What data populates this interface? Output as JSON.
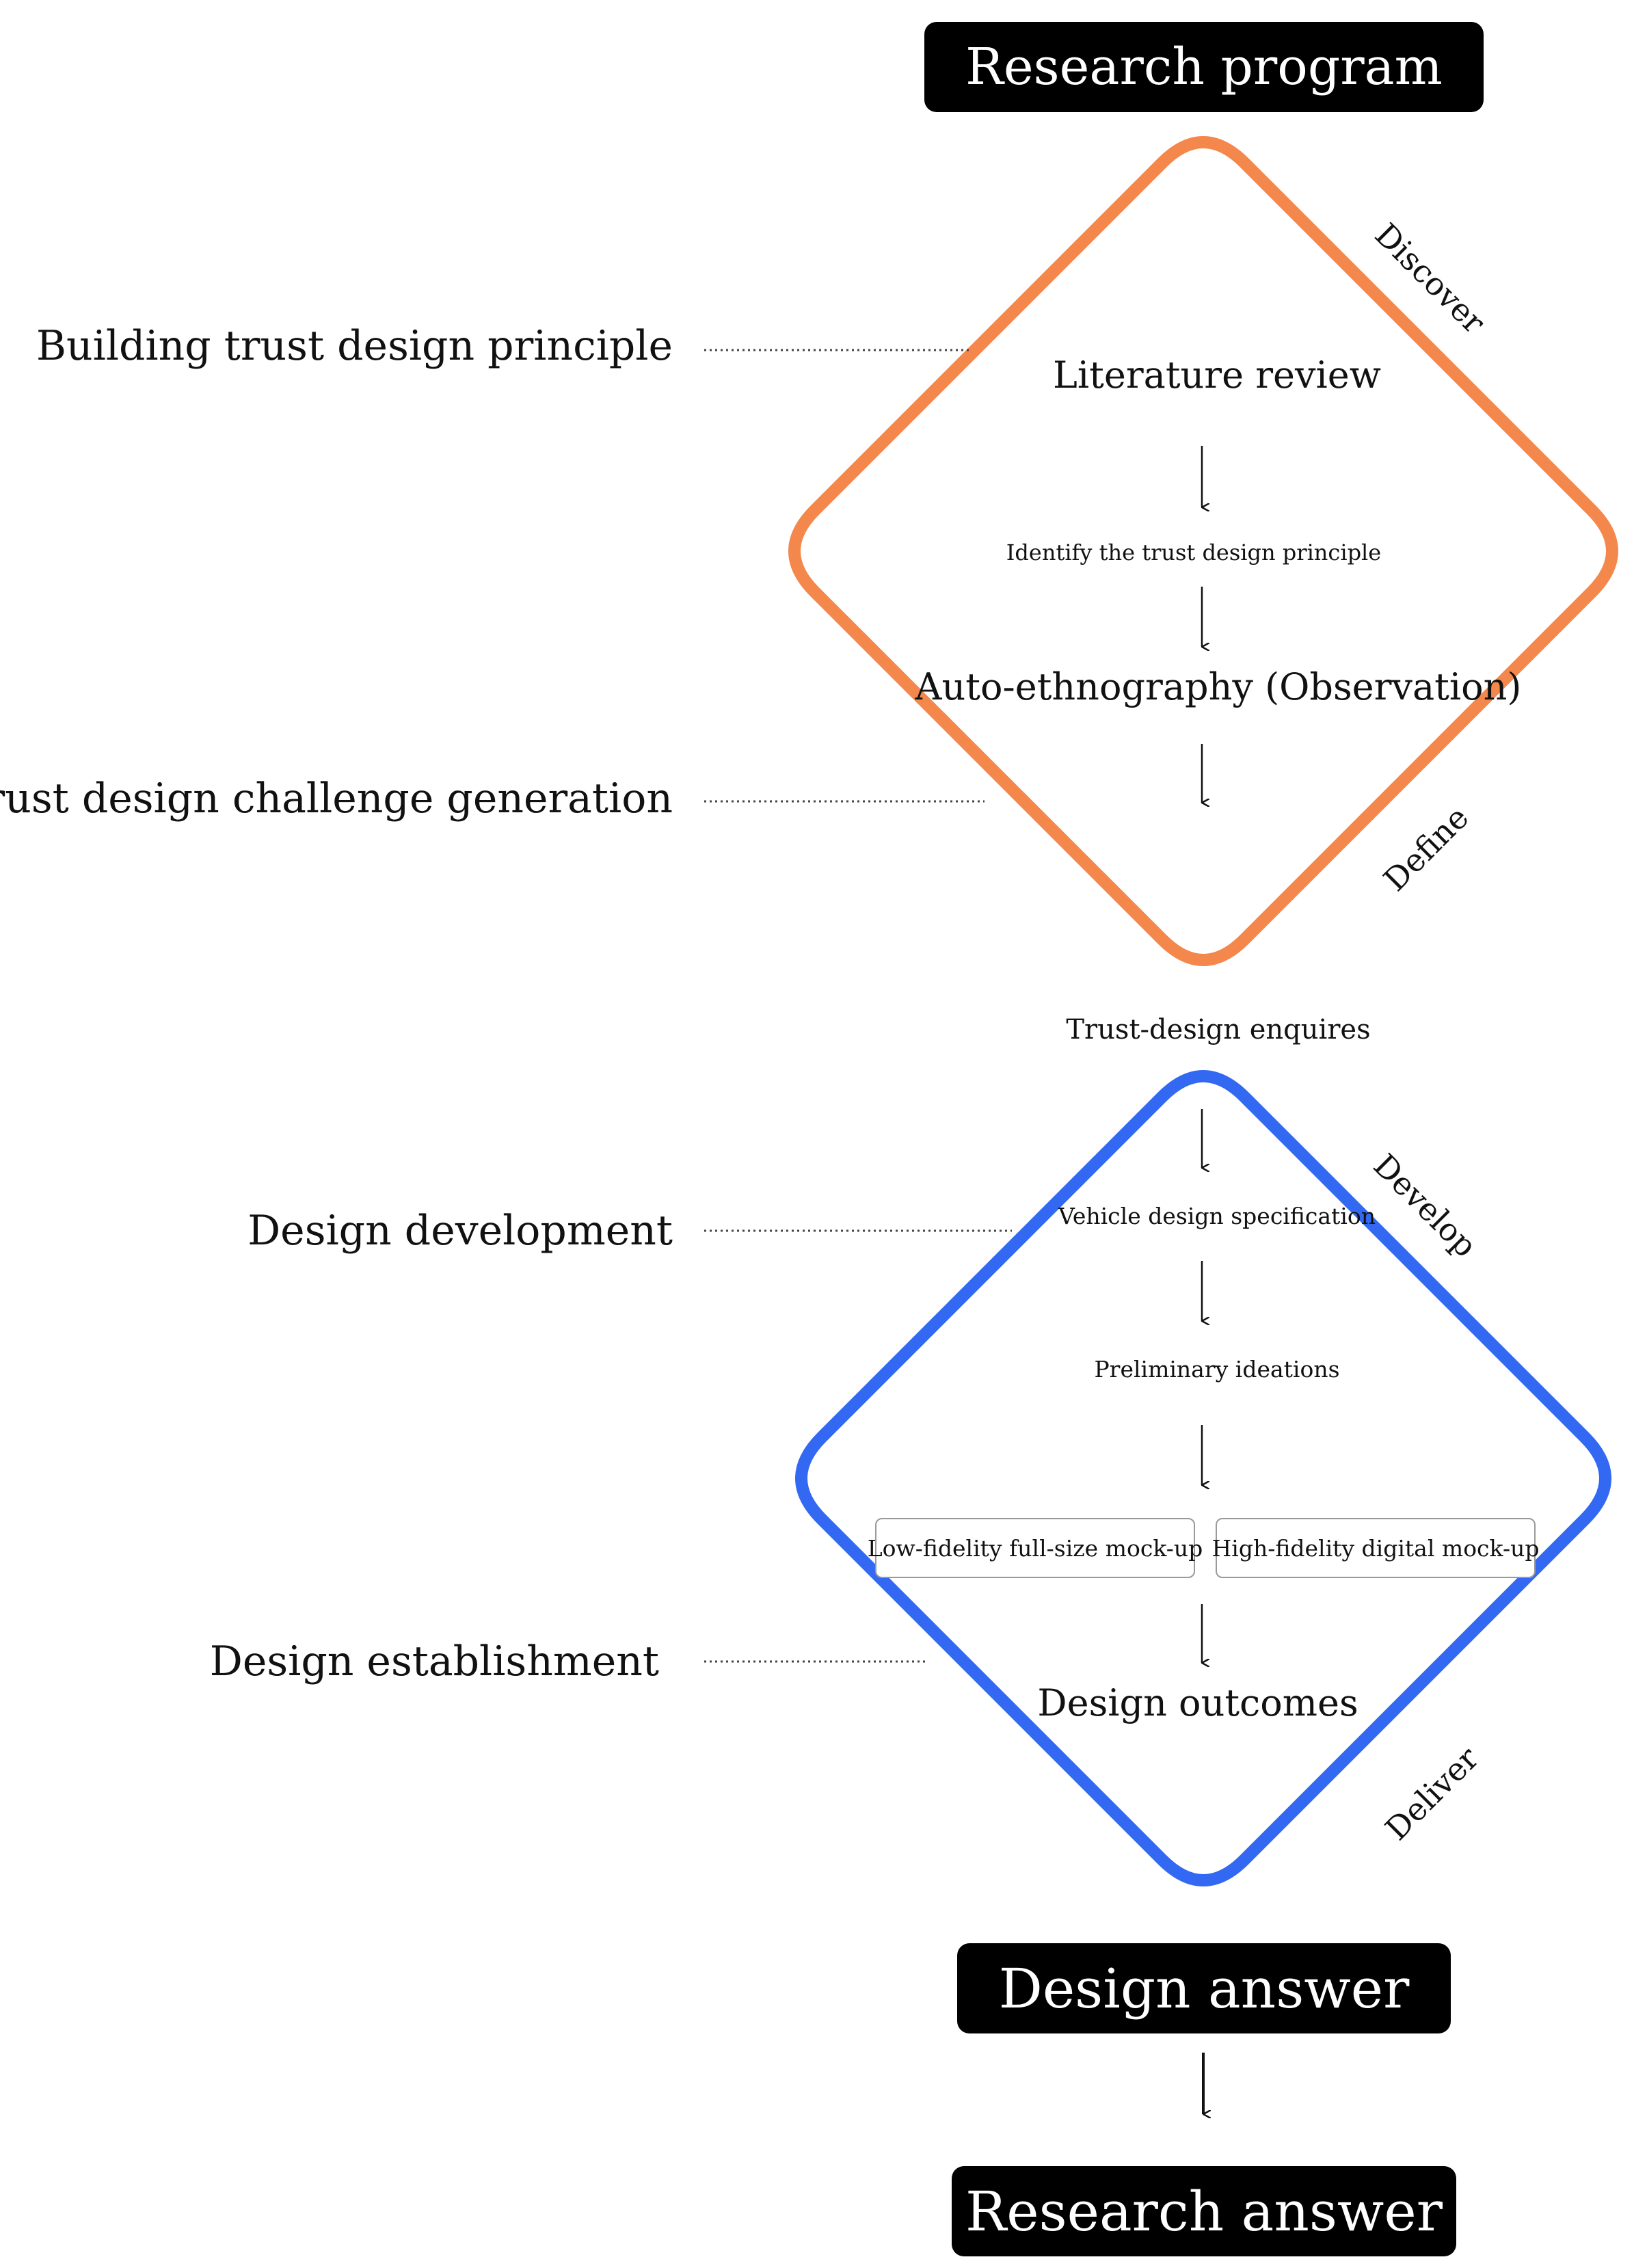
{
  "top": {
    "title": "Research program"
  },
  "bottom": {
    "design_answer": "Design answer",
    "research_answer": "Research answer"
  },
  "diamond_discover_define": {
    "color": "#F4874B",
    "phase_top": "Discover",
    "phase_bottom": "Define",
    "steps": {
      "literature_review": "Literature review",
      "identify_principle": "Identify the trust design principle",
      "auto_ethnography": "Auto-ethnography (Observation)"
    }
  },
  "between": {
    "enquires": "Trust-design enquires"
  },
  "diamond_develop_deliver": {
    "color": "#3369F2",
    "phase_top": "Develop",
    "phase_bottom": "Deliver",
    "steps": {
      "vehicle_spec": "Vehicle design specification",
      "preliminary_ideations": "Preliminary ideations",
      "low_fidelity": "Low-fidelity full-size mock-up",
      "high_fidelity": "High-fidelity digital mock-up",
      "design_outcomes": "Design outcomes"
    }
  },
  "side_labels": {
    "building_trust": "Building trust design principle",
    "challenge_generation": "Trust design challenge generation",
    "design_development": "Design development",
    "design_establishment": "Design establishment"
  }
}
